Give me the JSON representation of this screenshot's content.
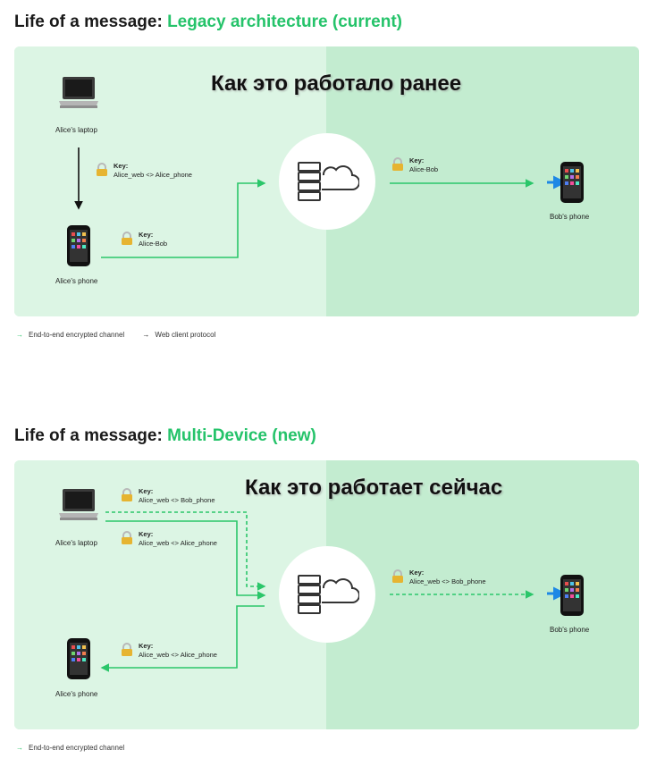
{
  "section1": {
    "title_prefix": "Life of a message:",
    "title_highlight": "Legacy architecture (current)",
    "overlay": "Как это работало ранее",
    "laptop_label": "Alice's laptop",
    "phone_label": "Alice's phone",
    "bob_label": "Bob's phone",
    "key1": {
      "title": "Key:",
      "value": "Alice_web <> Alice_phone"
    },
    "key2": {
      "title": "Key:",
      "value": "Alice-Bob"
    },
    "key3": {
      "title": "Key:",
      "value": "Alice-Bob"
    },
    "legend_e2e": "End-to-end encrypted channel",
    "legend_web": "Web client protocol"
  },
  "section2": {
    "title_prefix": "Life of a message:",
    "title_highlight": "Multi-Device (new)",
    "overlay": "Как это работает сейчас",
    "laptop_label": "Alice's laptop",
    "phone_label": "Alice's phone",
    "bob_label": "Bob's phone",
    "key1": {
      "title": "Key:",
      "value": "Alice_web <> Bob_phone"
    },
    "key2": {
      "title": "Key:",
      "value": "Alice_web <> Alice_phone"
    },
    "key3": {
      "title": "Key:",
      "value": "Alice_web <> Bob_phone"
    },
    "key4": {
      "title": "Key:",
      "value": "Alice_web <> Alice_phone"
    },
    "legend_e2e": "End-to-end encrypted channel"
  },
  "colors": {
    "accent": "#25c36a",
    "arrow_green": "#2bc66a",
    "arrow_blue": "#1e88e5"
  },
  "icons": [
    "laptop-icon",
    "phone-icon",
    "lock-icon",
    "server-cloud-icon"
  ]
}
